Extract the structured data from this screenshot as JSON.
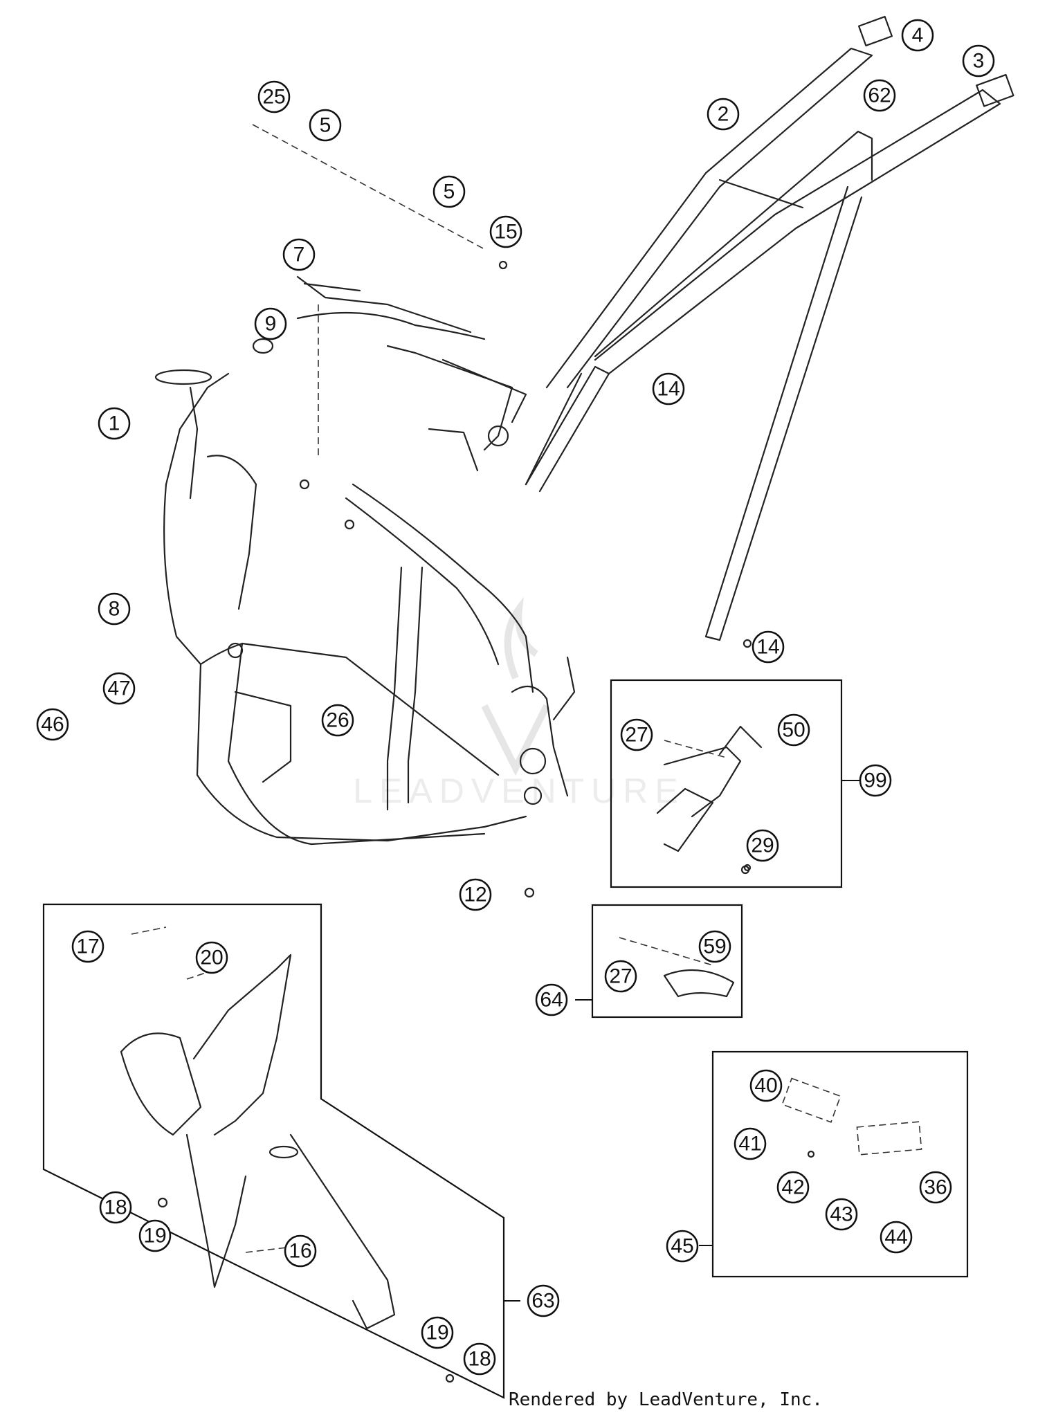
{
  "watermark": "LEADVENTURE",
  "footer": "Rendered by LeadVenture, Inc.",
  "callouts": [
    {
      "id": "c1",
      "label": "1"
    },
    {
      "id": "c2",
      "label": "2"
    },
    {
      "id": "c3",
      "label": "3"
    },
    {
      "id": "c4",
      "label": "4"
    },
    {
      "id": "c5a",
      "label": "5"
    },
    {
      "id": "c5b",
      "label": "5"
    },
    {
      "id": "c7",
      "label": "7"
    },
    {
      "id": "c8",
      "label": "8"
    },
    {
      "id": "c9",
      "label": "9"
    },
    {
      "id": "c12",
      "label": "12"
    },
    {
      "id": "c14a",
      "label": "14"
    },
    {
      "id": "c14b",
      "label": "14"
    },
    {
      "id": "c15",
      "label": "15"
    },
    {
      "id": "c16",
      "label": "16"
    },
    {
      "id": "c17",
      "label": "17"
    },
    {
      "id": "c18a",
      "label": "18"
    },
    {
      "id": "c18b",
      "label": "18"
    },
    {
      "id": "c19a",
      "label": "19"
    },
    {
      "id": "c19b",
      "label": "19"
    },
    {
      "id": "c20",
      "label": "20"
    },
    {
      "id": "c25",
      "label": "25"
    },
    {
      "id": "c26",
      "label": "26"
    },
    {
      "id": "c27a",
      "label": "27"
    },
    {
      "id": "c27b",
      "label": "27"
    },
    {
      "id": "c29",
      "label": "29"
    },
    {
      "id": "c36",
      "label": "36"
    },
    {
      "id": "c40",
      "label": "40"
    },
    {
      "id": "c41",
      "label": "41"
    },
    {
      "id": "c42",
      "label": "42"
    },
    {
      "id": "c43",
      "label": "43"
    },
    {
      "id": "c44",
      "label": "44"
    },
    {
      "id": "c45",
      "label": "45"
    },
    {
      "id": "c46",
      "label": "46"
    },
    {
      "id": "c47",
      "label": "47"
    },
    {
      "id": "c50",
      "label": "50"
    },
    {
      "id": "c59",
      "label": "59"
    },
    {
      "id": "c62",
      "label": "62"
    },
    {
      "id": "c63",
      "label": "63"
    },
    {
      "id": "c64",
      "label": "64"
    },
    {
      "id": "c99",
      "label": "99"
    }
  ]
}
